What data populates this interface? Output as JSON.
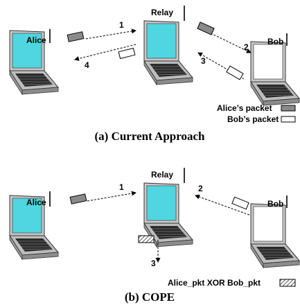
{
  "panel_a": {
    "caption": "(a) Current Approach",
    "nodes": {
      "alice": "Alice",
      "relay": "Relay",
      "bob": "Bob"
    },
    "steps": [
      "1",
      "2",
      "3",
      "4"
    ],
    "legend": {
      "alice_packet": "Alice’s packet",
      "bob_packet": "Bob’s packet"
    }
  },
  "panel_b": {
    "caption": "(b) COPE",
    "nodes": {
      "alice": "Alice",
      "relay": "Relay",
      "bob": "Bob"
    },
    "steps": [
      "1",
      "2",
      "3"
    ],
    "legend": {
      "xor_packet": "Alice_pkt XOR Bob_pkt"
    }
  },
  "colors": {
    "screen": "#4fd6e0",
    "screen_white": "#ffffff",
    "body": "#b8b8b8",
    "keyboard": "#2b2b2b",
    "alice_packet": "#8a8a8a",
    "bob_packet": "#ffffff"
  }
}
